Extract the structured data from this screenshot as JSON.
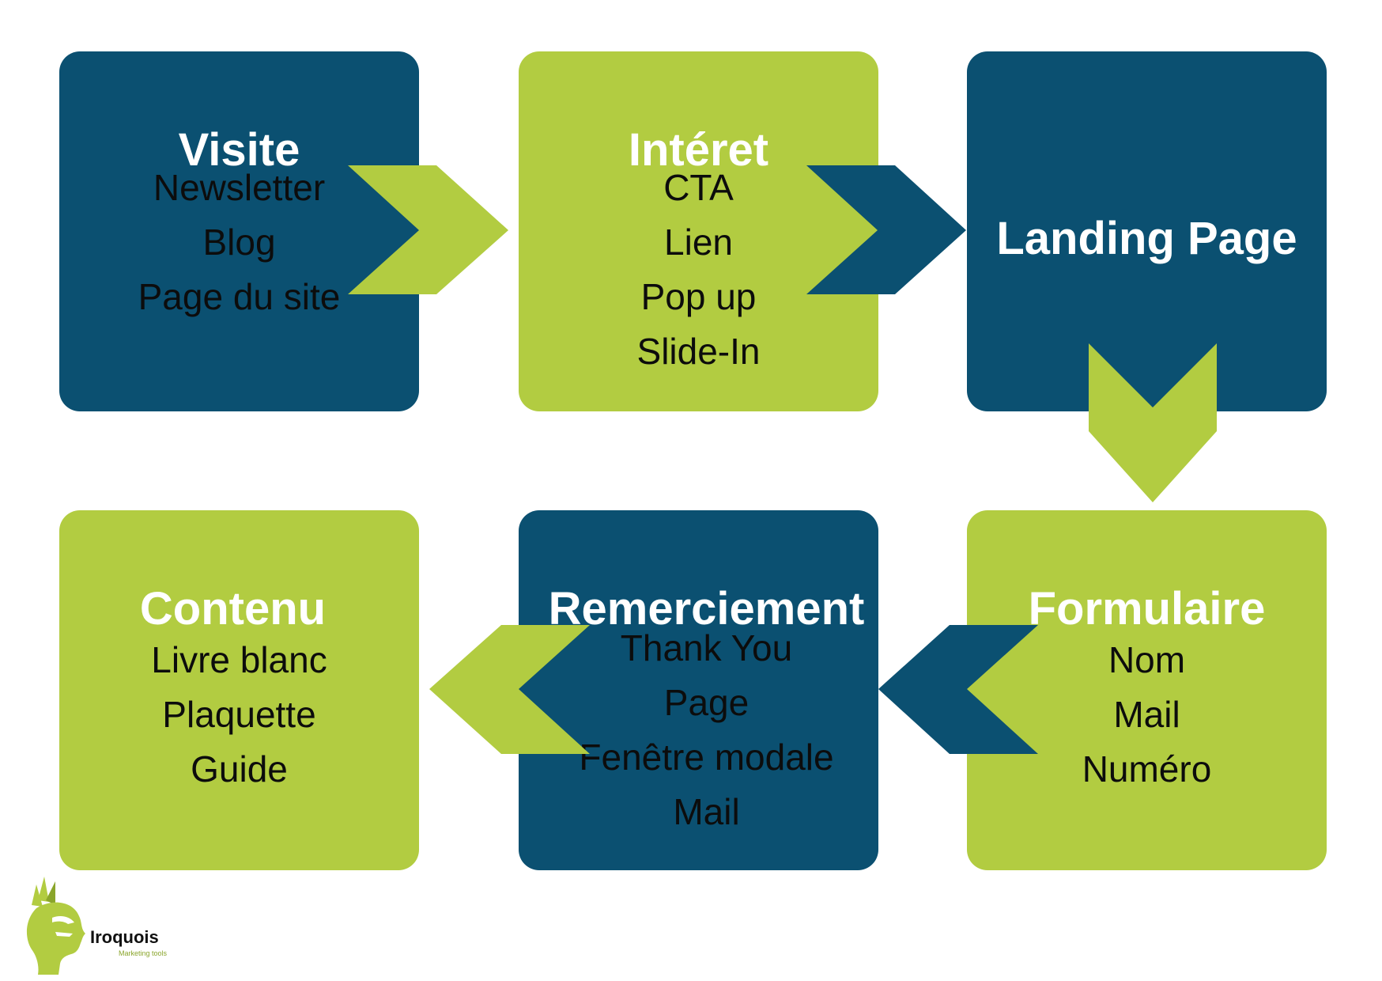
{
  "colors": {
    "blue": "#0b5071",
    "green": "#b2cc41",
    "text": "#0c0c0c",
    "title": "#ffffff"
  },
  "steps": [
    {
      "title": "Visite",
      "items": [
        "Newsletter",
        "Blog",
        "Page du site"
      ]
    },
    {
      "title": "Intéret",
      "items": [
        "CTA",
        "Lien",
        "Pop up",
        "Slide-In"
      ]
    },
    {
      "title": "Landing Page",
      "items": []
    },
    {
      "title": "Formulaire",
      "items": [
        "Nom",
        "Mail",
        "Numéro"
      ]
    },
    {
      "title": "Remerciement",
      "items": [
        "Thank You",
        "Page",
        "Fenêtre modale",
        "Mail"
      ]
    },
    {
      "title": "Contenu",
      "items": [
        "Livre blanc",
        "Plaquette",
        "Guide"
      ]
    }
  ],
  "logo": {
    "name": "Iroquois",
    "tagline": "Marketing tools"
  }
}
